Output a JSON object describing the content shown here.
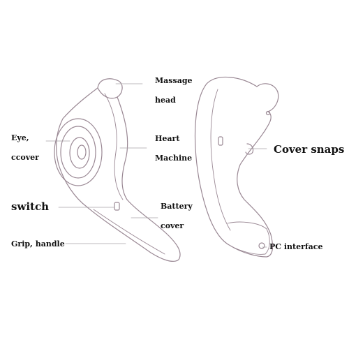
{
  "labels": {
    "massage_1": "Massage",
    "massage_2": "head",
    "eye_1": "Eye,",
    "eye_2": "ccover",
    "heart_1": "Heart",
    "heart_2": "Machine",
    "switch": "switch",
    "battery_1": "Battery",
    "battery_2": "cover",
    "grip": "Grip, handle",
    "cover_snaps": "Cover snaps",
    "pc_interface": "PC  interface"
  },
  "colors": {
    "outline": "#9a8894",
    "leader": "#a9a4a8",
    "text": "#111111"
  }
}
